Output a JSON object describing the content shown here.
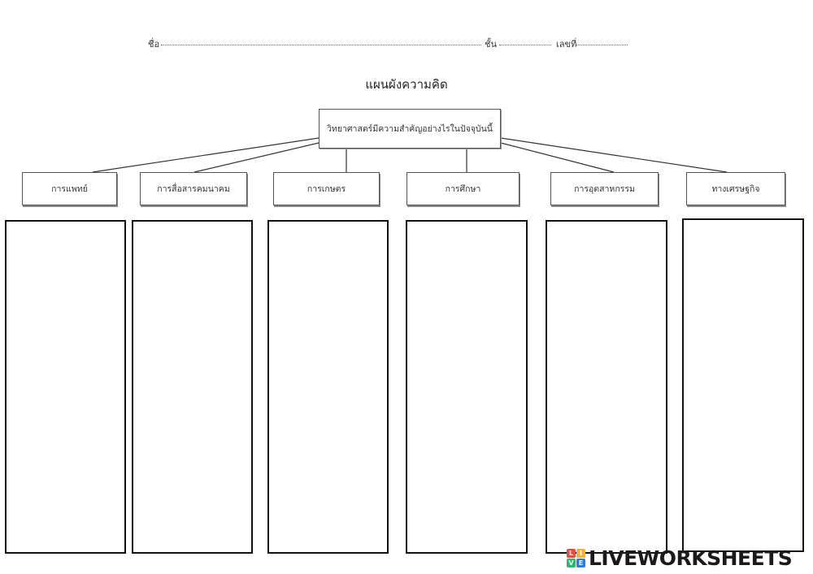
{
  "header": {
    "name_label": "ชื่อ",
    "class_label": "ชั้น",
    "number_label": "เลขที่"
  },
  "title": "แผนผังความคิด",
  "center_topic": "วิทยาศาสตร์มีความสำคัญอย่างไรในปัจจุบันนี้",
  "categories": [
    "การแพทย์",
    "การสื่อสารคมนาคม",
    "การเกษตร",
    "การศึกษา",
    "การอุตสาหกรรม",
    "ทางเศรษฐกิจ"
  ],
  "answer_columns": [
    "",
    "",
    "",
    "",
    "",
    ""
  ],
  "watermark": {
    "logo_letters": [
      "L",
      "I",
      "V",
      "E"
    ],
    "logo_colors": [
      "#e94b3c",
      "#f7b32b",
      "#2bb673",
      "#2a7de1"
    ],
    "text": "LIVEWORKSHEETS"
  }
}
